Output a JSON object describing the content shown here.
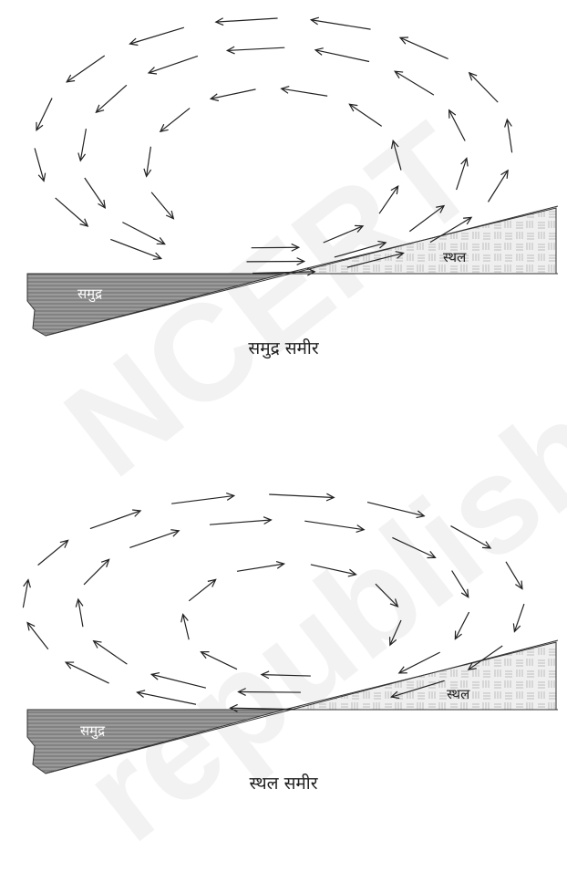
{
  "diagrams": [
    {
      "id": "sea-breeze",
      "caption": "समुद्र समीर",
      "sea_label": "समुद्र",
      "land_label": "स्थल"
    },
    {
      "id": "land-breeze",
      "caption": "स्थल समीर",
      "sea_label": "समुद्र",
      "land_label": "स्थल"
    }
  ],
  "watermark": {
    "line1": "NCERT",
    "line2": "republished"
  },
  "colors": {
    "arrow": "#222222",
    "sea_fill": "#8a8a8a",
    "land_fill": "#e6e6e6",
    "line": "#333333"
  }
}
